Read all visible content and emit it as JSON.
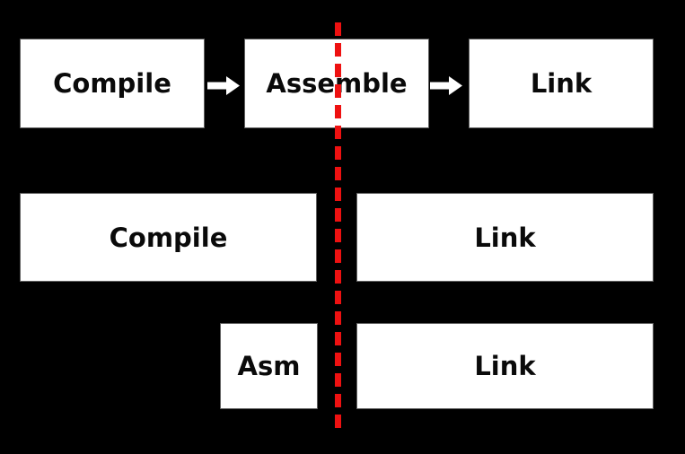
{
  "diagram": {
    "colors": {
      "background": "#000000",
      "box_fill": "#ffffff",
      "box_border": "#606060",
      "text": "#0a0a0a",
      "divider": "#ee1111",
      "arrow": "#ffffff"
    },
    "divider": {
      "orientation": "vertical",
      "style": "dashed",
      "color": "#ee1111"
    },
    "rows": [
      {
        "labels": [
          "Compile",
          "Assemble",
          "Link"
        ]
      },
      {
        "labels": [
          "Compile",
          "Link"
        ]
      },
      {
        "labels": [
          "Asm",
          "Link"
        ]
      }
    ]
  }
}
